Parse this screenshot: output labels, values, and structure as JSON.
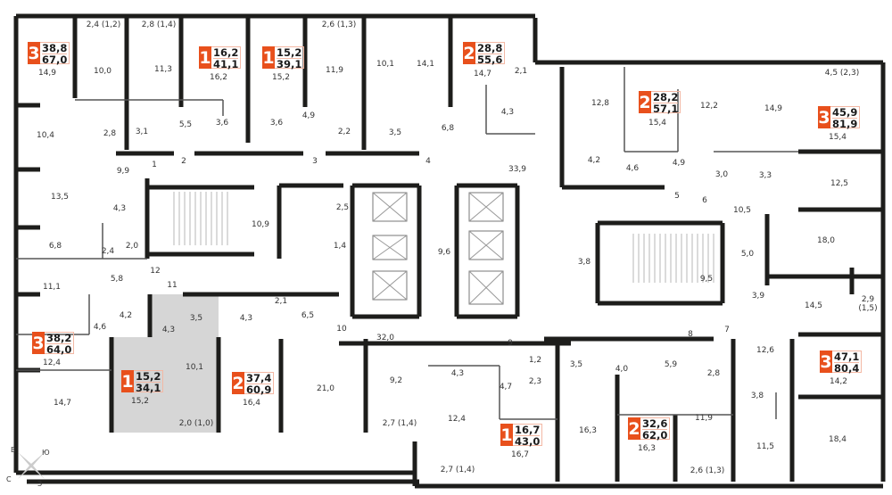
{
  "colors": {
    "accent": "#e8501c",
    "wall": "#1d1d1b",
    "highlight": "#d6d6d6"
  },
  "rooms": [
    "14,9",
    "10,0",
    "11,3",
    "16,2",
    "15,2",
    "11,9",
    "10,1",
    "14,1",
    "14,7",
    "2,1",
    "4,3",
    "12,8",
    "15,4",
    "12,2",
    "14,9",
    "15,4",
    "12,5",
    "18,0",
    "10,5",
    "4,2",
    "4,6",
    "4,9",
    "3,0",
    "3,3",
    "5",
    "6",
    "33,9",
    "2,4 (1,2)",
    "2,8 (1,4)",
    "2,6 (1,3)",
    "4,5 (2,3)",
    "10,4",
    "2,8",
    "3,1",
    "5,5",
    "3,6",
    "3,6",
    "4,9",
    "2,2",
    "3,5",
    "6,8",
    "1",
    "2",
    "3",
    "4",
    "9,9",
    "13,5",
    "4,3",
    "10,9",
    "2,5",
    "1,4",
    "6,8",
    "2,4",
    "2,0",
    "9,6",
    "3,8",
    "9,5",
    "5,0",
    "3,9",
    "14,5",
    "2,9",
    "(1,5)",
    "12",
    "5,8",
    "11",
    "11,1",
    "4,2",
    "4,6",
    "3,5",
    "4,3",
    "4,3",
    "2,1",
    "6,5",
    "10",
    "32,0",
    "12,4",
    "15,2",
    "10,1",
    "16,4",
    "21,0",
    "9,2",
    "14,7",
    "2,0 (1,0)",
    "2,7 (1,4)",
    "2,7 (1,4)",
    "12,4",
    "16,7",
    "4,3",
    "9",
    "1,2",
    "2,3",
    "4,7",
    "3,5",
    "4,0",
    "5,9",
    "8",
    "7",
    "2,8",
    "12,6",
    "14,2",
    "3,8",
    "16,3",
    "16,3",
    "11,9",
    "11,5",
    "18,4",
    "2,6 (1,3)"
  ],
  "apartments": [
    {
      "rooms": "3",
      "living": "38,8",
      "total": "67,0"
    },
    {
      "rooms": "1",
      "living": "16,2",
      "total": "41,1"
    },
    {
      "rooms": "1",
      "living": "15,2",
      "total": "39,1"
    },
    {
      "rooms": "2",
      "living": "28,8",
      "total": "55,6"
    },
    {
      "rooms": "2",
      "living": "28,2",
      "total": "57,1"
    },
    {
      "rooms": "3",
      "living": "45,9",
      "total": "81,9"
    },
    {
      "rooms": "3",
      "living": "38,2",
      "total": "64,0"
    },
    {
      "rooms": "1",
      "living": "15,2",
      "total": "34,1"
    },
    {
      "rooms": "2",
      "living": "37,4",
      "total": "60,9"
    },
    {
      "rooms": "1",
      "living": "16,7",
      "total": "43,0"
    },
    {
      "rooms": "2",
      "living": "32,6",
      "total": "62,0"
    },
    {
      "rooms": "3",
      "living": "47,1",
      "total": "80,4"
    }
  ],
  "compass": {
    "east": "В",
    "south": "Ю",
    "north": "С",
    "west": "З"
  }
}
